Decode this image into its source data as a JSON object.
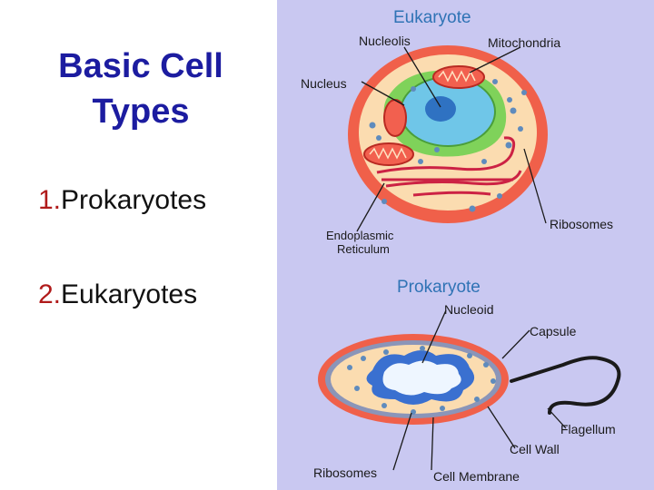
{
  "slide": {
    "title": "Basic  Cell\nTypes",
    "list": [
      {
        "num": "1.",
        "text": "Prokaryotes"
      },
      {
        "num": "2.",
        "text": "Eukaryotes"
      }
    ]
  },
  "diagram": {
    "eukaryote": {
      "heading": "Eukaryote",
      "labels": {
        "nucleolis": "Nucleolis",
        "mitochondria": "Mitochondria",
        "nucleus": "Nucleus",
        "er_line1": "Endoplasmic",
        "er_line2": "Reticulum",
        "ribosomes": "Ribosomes"
      }
    },
    "prokaryote": {
      "heading": "Prokaryote",
      "labels": {
        "nucleoid": "Nucleoid",
        "capsule": "Capsule",
        "flagellum": "Flagellum",
        "cell_wall": "Cell Wall",
        "ribosomes": "Ribosomes",
        "cell_membrane": "Cell Membrane"
      }
    },
    "colors": {
      "background": "#c9c8f1",
      "heading": "#2f73b5",
      "cell_outer": "#f0604a",
      "cytoplasm": "#fbdcb0",
      "nucleus_er": "#7fd25a",
      "nucleus": "#6fc6e8",
      "nucleolus": "#2f72c2",
      "mitochondria": "#f2604f",
      "er_red": "#cc2244",
      "ribosome": "#5f8bbd",
      "capsule": "#f0604a",
      "cell_wall": "#8b95b8",
      "nucleoid": "#3a70d0"
    }
  }
}
